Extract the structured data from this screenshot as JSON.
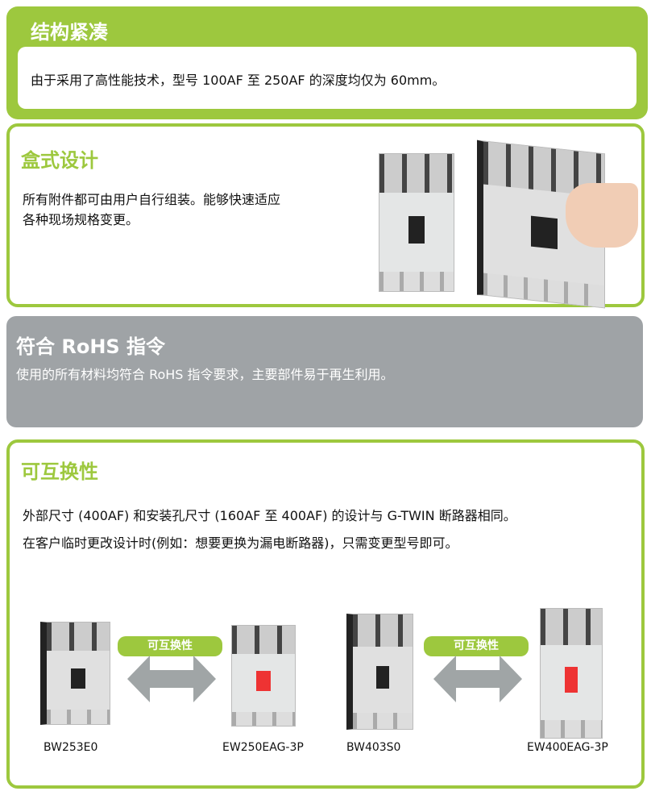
{
  "compact": {
    "title": "结构紧凑",
    "text": "由于采用了高性能技术，型号 100AF 至 250AF 的深度均仅为 60mm。"
  },
  "box_design": {
    "title": "盒式设计",
    "lines": [
      "所有附件都可由用户自行组装。能够快速适应",
      "各种现场规格变更。"
    ]
  },
  "rohs": {
    "title": "符合 RoHS 指令",
    "text": "使用的所有材料均符合 RoHS 指令要求，主要部件易于再生利用。"
  },
  "interchange": {
    "title": "可互换性",
    "lines": [
      "外部尺寸 (400AF) 和安装孔尺寸 (160AF 至 400AF) 的设计与 G-TWIN 断路器相同。",
      "在客户临时更改设计时(例如：想要更换为漏电断路器)，只需变更型号即可。"
    ],
    "badge": "可互换性",
    "models": [
      "BW253E0",
      "EW250EAG-3P",
      "BW403S0",
      "EW400EAG-3P"
    ]
  },
  "colors": {
    "green": "#9dc83e",
    "gray": "#9fa3a6"
  }
}
